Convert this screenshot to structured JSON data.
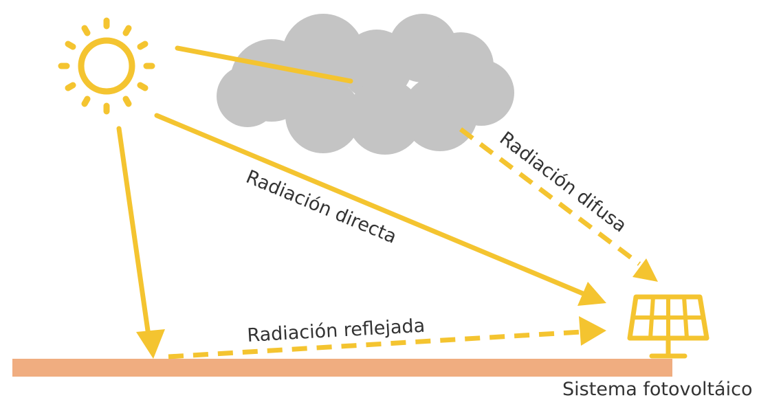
{
  "labels": {
    "direct": "Radiación directa",
    "diffuse": "Radiación difusa",
    "reflected": "Radiación reflejada",
    "system": "Sistema fotovoltáico"
  },
  "colors": {
    "sun": "#f4c430",
    "ray": "#f4c430",
    "cloud": "#c4c4c4",
    "ground": "#f0ad80",
    "panel": "#f4c430",
    "text": "#333333"
  }
}
